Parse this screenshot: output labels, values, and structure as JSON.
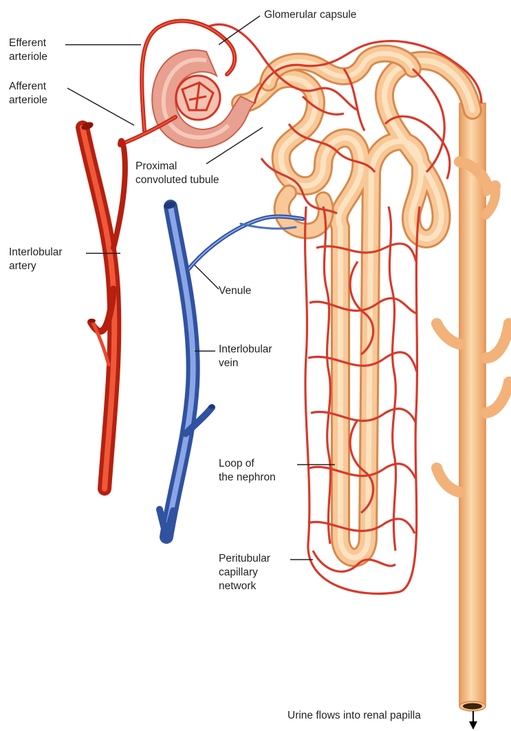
{
  "labels": {
    "glomerular_capsule": "Glomerular capsule",
    "efferent_arteriole": "Efferent\narteriole",
    "afferent_arteriole": "Afferent\narteriole",
    "proximal_convoluted_tubule": "Proximal\nconvoluted tubule",
    "interlobular_artery": "Interlobular\nartery",
    "venule": "Venule",
    "interlobular_vein": "Interlobular\nvein",
    "loop_of_the_nephron": "Loop of\nthe nephron",
    "peritubular_capillary_network": "Peritubular\ncapillary\nnetwork",
    "urine_flow": "Urine flows into renal papilla"
  },
  "colors": {
    "artery": "#d9321f",
    "artery_light": "#f05a3c",
    "vein": "#4a6fbf",
    "vein_light": "#7d9be0",
    "tubule": "#f2b27a",
    "tubule_light": "#fbd6a8",
    "capillary": "#d8392a",
    "capsule": "#e8a090",
    "leader": "#231f20"
  }
}
